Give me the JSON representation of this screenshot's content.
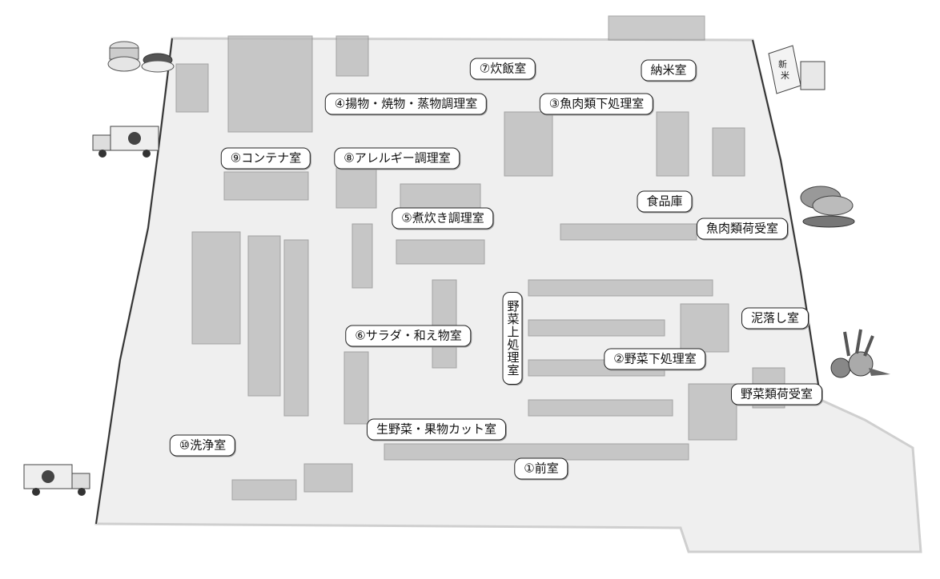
{
  "rooms": [
    {
      "id": "r7",
      "label": "⑦炊飯室"
    },
    {
      "id": "rnm",
      "label": "納米室"
    },
    {
      "id": "r4",
      "label": "④揚物・焼物・蒸物調理室"
    },
    {
      "id": "r3",
      "label": "③魚肉類下処理室"
    },
    {
      "id": "r9",
      "label": "⑨コンテナ室"
    },
    {
      "id": "r8",
      "label": "⑧アレルギー調理室"
    },
    {
      "id": "rsk",
      "label": "食品庫"
    },
    {
      "id": "r5",
      "label": "⑤煮炊き調理室"
    },
    {
      "id": "rgn",
      "label": "魚肉類荷受室"
    },
    {
      "id": "rys",
      "label": "野菜上処理室"
    },
    {
      "id": "rdo",
      "label": "泥落し室"
    },
    {
      "id": "r6",
      "label": "⑥サラダ・和え物室"
    },
    {
      "id": "r2",
      "label": "②野菜下処理室"
    },
    {
      "id": "ryn",
      "label": "野菜類荷受室"
    },
    {
      "id": "rnk",
      "label": "生野菜・果物カット室"
    },
    {
      "id": "r10",
      "label": "⑩洗浄室"
    },
    {
      "id": "r1",
      "label": "①前室"
    }
  ],
  "logos": {
    "rice_bag": "新米"
  },
  "colors": {
    "floor": "#efefef",
    "wall": "#fafafa",
    "equipment": "#b9b9b9",
    "edge": "#222222"
  }
}
